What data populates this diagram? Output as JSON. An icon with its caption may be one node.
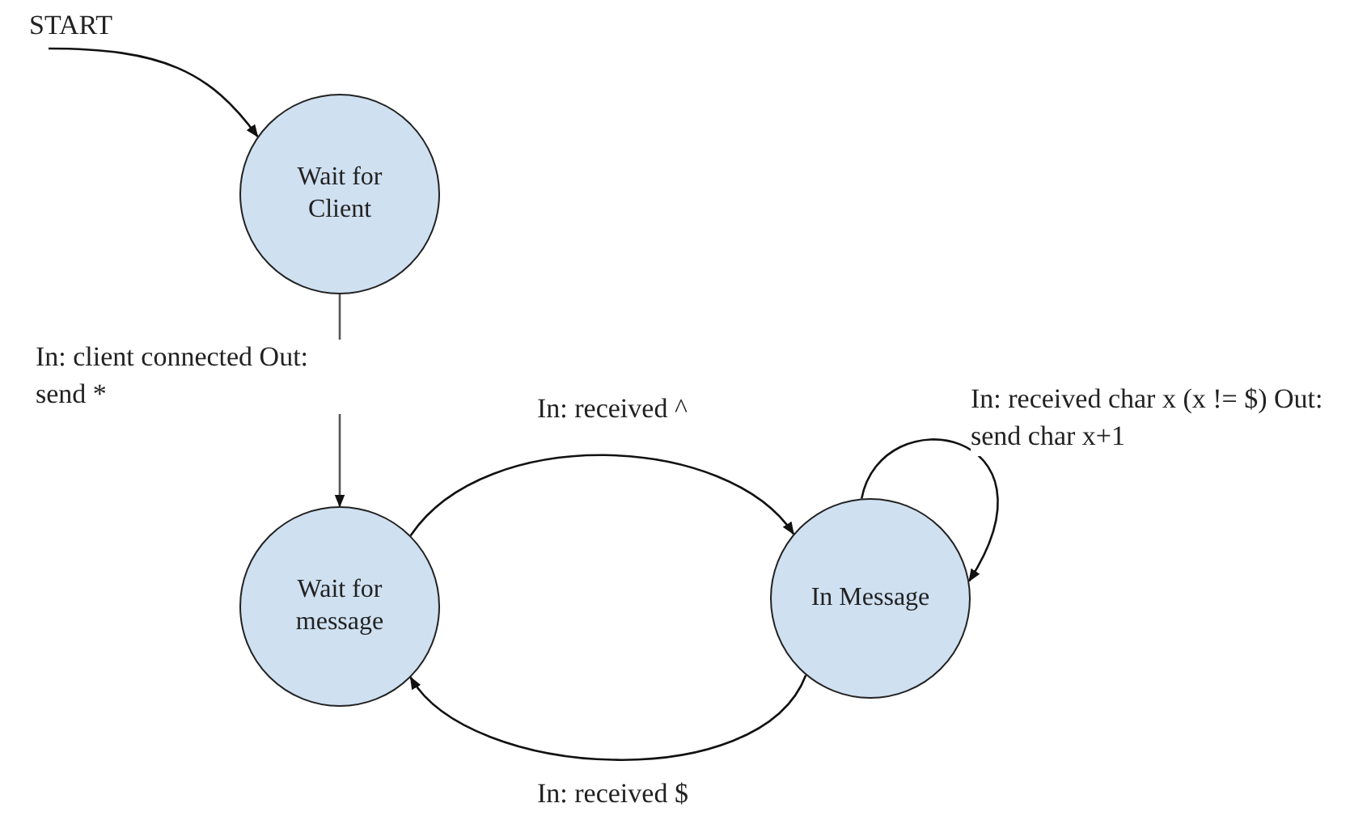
{
  "diagram": {
    "nodes": [
      {
        "text": [
          "START"
        ]
      },
      {
        "text": [
          "Wait for Client"
        ]
      },
      {
        "text": [
          "Wait for message"
        ]
      },
      {
        "text": [
          "In Message"
        ]
      }
    ],
    "edges": [
      {
        "from": 0,
        "to": 1,
        "arrow": "to"
      },
      {
        "from": 1,
        "to": 2,
        "arrow": "to",
        "label": "In: client connected Out: send *"
      },
      {
        "from": 2,
        "to": 3,
        "arrow": "to",
        "label": "In: received ^"
      },
      {
        "from": 3,
        "to": 2,
        "arrow": "to",
        "label": "In: received $"
      },
      {
        "from": 3,
        "to": 3,
        "arrow": "to",
        "label": "In: received char x (x != $) Out: send char x+1"
      }
    ]
  }
}
